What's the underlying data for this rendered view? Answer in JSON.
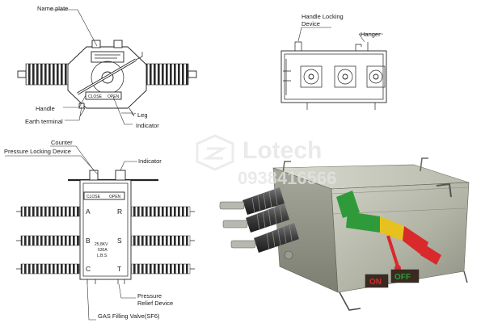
{
  "front_view": {
    "name_plate": "Name plate",
    "handle": "Handle",
    "earth_terminal": "Earth terminal",
    "leg": "Leg",
    "indicator": "Indicator",
    "close": "CLOSE",
    "open": "OPEN"
  },
  "top_view": {
    "handle_locking_line1": "Handle Locking",
    "handle_locking_line2": "Device",
    "hanger": "Hanger"
  },
  "side_view": {
    "counter": "Counter",
    "pressure_locking": "Pressure Locking Device",
    "indicator": "Indicator",
    "close": "CLOSE",
    "open": "OPEN",
    "phase_a": "A",
    "phase_r": "R",
    "phase_b": "B",
    "phase_s": "S",
    "phase_c": "C",
    "phase_t": "T",
    "rating_1": "25,8KV",
    "rating_2": "630A",
    "rating_3": "L.B.S",
    "pressure_relief_line1": "Pressure",
    "pressure_relief_line2": "Relief Device",
    "gas_valve": "GAS Filling Valve(SF6)"
  },
  "photo": {
    "on_label": "ON",
    "off_label": "OFF"
  },
  "watermark": {
    "brand": "Lotech",
    "phone": "0938416566"
  }
}
